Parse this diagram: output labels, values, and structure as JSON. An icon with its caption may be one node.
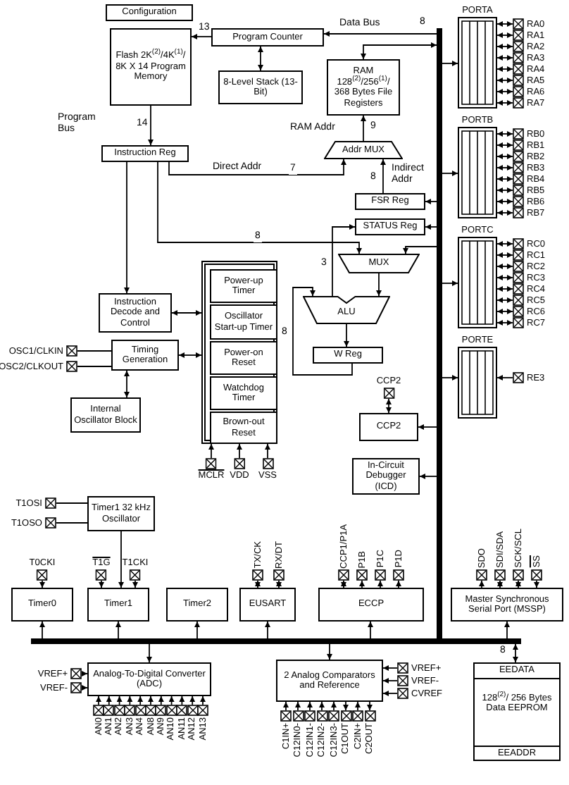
{
  "diagram": {
    "nodes": [
      {
        "text": [
          "Configuration"
        ]
      },
      {
        "text": [
          "Flash 2K$^{(2)}$/4K$^{(1)}$/ 8K X 14 Program Memory"
        ]
      },
      {
        "text": [
          "Program Counter"
        ]
      },
      {
        "text": [
          "8-Level Stack (13-Bit)"
        ]
      },
      {
        "text": [
          "RAM 128$^{(2)}$/256$^{(1)}$/ 368 Bytes File Registers"
        ]
      },
      {
        "text": [
          "Instruction Reg"
        ]
      },
      {
        "text": [
          "Addr MUX"
        ]
      },
      {
        "text": [
          "FSR Reg"
        ]
      },
      {
        "text": [
          "STATUS Reg"
        ]
      },
      {
        "text": [
          "MUX"
        ]
      },
      {
        "text": [
          "ALU"
        ]
      },
      {
        "text": [
          "W Reg"
        ]
      },
      {
        "text": [
          "Instruction Decode and Control"
        ]
      },
      {
        "text": [
          "Timing Generation"
        ]
      },
      {
        "text": [
          "Internal Oscillator Block"
        ]
      },
      {
        "text": [],
        "shape": "box"
      },
      {
        "text": [
          "Power-up Timer"
        ],
        "in": 15
      },
      {
        "text": [
          "Oscillator Start-up Timer"
        ],
        "in": 15
      },
      {
        "text": [
          "Power-on Reset"
        ],
        "in": 15
      },
      {
        "text": [
          "Watchdog Timer"
        ],
        "in": 15
      },
      {
        "text": [
          "Brown-out Reset"
        ],
        "in": 15
      },
      {
        "text": [
          "OSC1/CLKIN"
        ]
      },
      {
        "text": [
          "OSC2/CLKOUT"
        ]
      },
      {
        "text": [
          "MCLR"
        ]
      },
      {
        "text": [
          "VDD"
        ]
      },
      {
        "text": [
          "VSS"
        ]
      },
      {
        "text": [
          "PORTA"
        ]
      },
      {
        "text": [
          "RA0"
        ]
      },
      {
        "text": [
          "RA1"
        ]
      },
      {
        "text": [
          "RA2"
        ]
      },
      {
        "text": [
          "RA3"
        ]
      },
      {
        "text": [
          "RA4"
        ]
      },
      {
        "text": [
          "RA5"
        ]
      },
      {
        "text": [
          "RA6"
        ]
      },
      {
        "text": [
          "RA7"
        ]
      },
      {
        "text": [
          "PORTB"
        ]
      },
      {
        "text": [
          "RB0"
        ]
      },
      {
        "text": [
          "RB1"
        ]
      },
      {
        "text": [
          "RB2"
        ]
      },
      {
        "text": [
          "RB3"
        ]
      },
      {
        "text": [
          "RB4"
        ]
      },
      {
        "text": [
          "RB5"
        ]
      },
      {
        "text": [
          "RB6"
        ]
      },
      {
        "text": [
          "RB7"
        ]
      },
      {
        "text": [
          "PORTC"
        ]
      },
      {
        "text": [
          "RC0"
        ]
      },
      {
        "text": [
          "RC1"
        ]
      },
      {
        "text": [
          "RC2"
        ]
      },
      {
        "text": [
          "RC3"
        ]
      },
      {
        "text": [
          "RC4"
        ]
      },
      {
        "text": [
          "RC5"
        ]
      },
      {
        "text": [
          "RC6"
        ]
      },
      {
        "text": [
          "RC7"
        ]
      },
      {
        "text": [
          "PORTE"
        ]
      },
      {
        "text": [
          "RE3"
        ]
      },
      {
        "text": [
          "CCP2"
        ]
      },
      {
        "text": [
          "CCP2"
        ]
      },
      {
        "text": [
          "In-Circuit Debugger (ICD)"
        ]
      },
      {
        "text": [
          "T1OSI"
        ]
      },
      {
        "text": [
          "T1OSO"
        ]
      },
      {
        "text": [
          "Timer1 32 kHz Oscillator"
        ]
      },
      {
        "text": [
          "T0CKI"
        ]
      },
      {
        "text": [
          "T1G"
        ]
      },
      {
        "text": [
          "T1CKI"
        ]
      },
      {
        "text": [
          "Timer0"
        ]
      },
      {
        "text": [
          "Timer1"
        ]
      },
      {
        "text": [
          "Timer2"
        ]
      },
      {
        "text": [
          "TX/CK"
        ]
      },
      {
        "text": [
          "RX/DT"
        ]
      },
      {
        "text": [
          "EUSART"
        ]
      },
      {
        "text": [
          "CCP1/P1A"
        ]
      },
      {
        "text": [
          "P1B"
        ]
      },
      {
        "text": [
          "P1C"
        ]
      },
      {
        "text": [
          "P1D"
        ]
      },
      {
        "text": [
          "ECCP"
        ]
      },
      {
        "text": [
          "SDO"
        ]
      },
      {
        "text": [
          "SDI/SDA"
        ]
      },
      {
        "text": [
          "SCK/SCL"
        ]
      },
      {
        "text": [
          "SS"
        ]
      },
      {
        "text": [
          "Master Synchronous Serial Port (MSSP)"
        ]
      },
      {
        "text": [
          "VREF+"
        ]
      },
      {
        "text": [
          "VREF-"
        ]
      },
      {
        "text": [
          "Analog-To-Digital Converter (ADC)"
        ]
      },
      {
        "text": [
          "AN0"
        ]
      },
      {
        "text": [
          "AN1"
        ]
      },
      {
        "text": [
          "AN2"
        ]
      },
      {
        "text": [
          "AN3"
        ]
      },
      {
        "text": [
          "AN4"
        ]
      },
      {
        "text": [
          "AN8"
        ]
      },
      {
        "text": [
          "AN9"
        ]
      },
      {
        "text": [
          "AN10"
        ]
      },
      {
        "text": [
          "AN11"
        ]
      },
      {
        "text": [
          "AN12"
        ]
      },
      {
        "text": [
          "AN13"
        ]
      },
      {
        "text": [
          "2 Analog Comparators and Reference"
        ]
      },
      {
        "text": [
          "VREF+"
        ]
      },
      {
        "text": [
          "VREF-"
        ]
      },
      {
        "text": [
          "CVREF"
        ]
      },
      {
        "text": [
          "C1IN+"
        ]
      },
      {
        "text": [
          "C12IN0-"
        ]
      },
      {
        "text": [
          "C12IN1-"
        ]
      },
      {
        "text": [
          "C12IN2-"
        ]
      },
      {
        "text": [
          "C12IN3-"
        ]
      },
      {
        "text": [
          "C1OUT"
        ]
      },
      {
        "text": [
          "C2IN+"
        ]
      },
      {
        "text": [
          "C2OUT"
        ]
      },
      {
        "text": [
          "EEDATA",
          "128$^{(2)}$/ 256 Bytes Data EEPROM",
          "EEADDR"
        ]
      },
      {
        "text": [],
        "shape": "bar"
      },
      {
        "text": [],
        "shape": "bar"
      }
    ],
    "edges": [
      {
        "from": 2,
        "to": 1,
        "arrow": "to",
        "label": "13"
      },
      {
        "from": 2,
        "to": 3,
        "arrow": "both"
      },
      {
        "from": 107,
        "to": 2,
        "arrow": "to",
        "label": "Data Bus"
      },
      {
        "from": 107,
        "to": 4,
        "arrow": "both"
      },
      {
        "from": 1,
        "to": 5,
        "arrow": "to",
        "label": "14"
      },
      {
        "from": 5,
        "to": 6,
        "arrow": "to",
        "label": "7"
      },
      {
        "from": 6,
        "to": 4,
        "arrow": "to",
        "label": "9"
      },
      {
        "from": 7,
        "to": 6,
        "arrow": "to",
        "label": "8"
      },
      {
        "from": 107,
        "to": 7,
        "arrow": "to"
      },
      {
        "from": 107,
        "to": 8,
        "arrow": "to"
      },
      {
        "from": 5,
        "to": 12,
        "arrow": "to"
      },
      {
        "from": 5,
        "to": 9,
        "arrow": "to",
        "label": "8"
      },
      {
        "from": 107,
        "to": 9,
        "arrow": "to"
      },
      {
        "from": 10,
        "to": 8,
        "arrow": "to",
        "label": "3"
      },
      {
        "from": 9,
        "to": 10,
        "arrow": "to"
      },
      {
        "from": 10,
        "to": 11,
        "arrow": "to"
      },
      {
        "from": 11,
        "to": 10,
        "arrow": "to",
        "label": "8"
      },
      {
        "from": 12,
        "to": 15,
        "arrow": "both"
      },
      {
        "from": 13,
        "to": 15,
        "arrow": "both"
      },
      {
        "from": 13,
        "to": 14,
        "arrow": "both"
      },
      {
        "from": 21,
        "to": 13,
        "arrow": "none"
      },
      {
        "from": 22,
        "to": 13,
        "arrow": "none"
      },
      {
        "from": 23,
        "to": 15,
        "arrow": "to"
      },
      {
        "from": 24,
        "to": 15,
        "arrow": "to"
      },
      {
        "from": 25,
        "to": 15,
        "arrow": "to"
      },
      {
        "from": 107,
        "to": 26,
        "arrow": "to"
      },
      {
        "from": 26,
        "to": 27,
        "arrow": "both"
      },
      {
        "from": 26,
        "to": 28,
        "arrow": "both"
      },
      {
        "from": 26,
        "to": 29,
        "arrow": "both"
      },
      {
        "from": 26,
        "to": 30,
        "arrow": "both"
      },
      {
        "from": 26,
        "to": 31,
        "arrow": "both"
      },
      {
        "from": 26,
        "to": 32,
        "arrow": "both"
      },
      {
        "from": 26,
        "to": 33,
        "arrow": "both"
      },
      {
        "from": 26,
        "to": 34,
        "arrow": "both"
      },
      {
        "from": 107,
        "to": 35,
        "arrow": "to"
      },
      {
        "from": 35,
        "to": 36,
        "arrow": "both"
      },
      {
        "from": 35,
        "to": 37,
        "arrow": "both"
      },
      {
        "from": 35,
        "to": 38,
        "arrow": "both"
      },
      {
        "from": 35,
        "to": 39,
        "arrow": "both"
      },
      {
        "from": 35,
        "to": 40,
        "arrow": "both"
      },
      {
        "from": 35,
        "to": 41,
        "arrow": "both"
      },
      {
        "from": 35,
        "to": 42,
        "arrow": "both"
      },
      {
        "from": 35,
        "to": 43,
        "arrow": "both"
      },
      {
        "from": 107,
        "to": 44,
        "arrow": "to"
      },
      {
        "from": 44,
        "to": 45,
        "arrow": "both"
      },
      {
        "from": 44,
        "to": 46,
        "arrow": "both"
      },
      {
        "from": 44,
        "to": 47,
        "arrow": "both"
      },
      {
        "from": 44,
        "to": 48,
        "arrow": "both"
      },
      {
        "from": 44,
        "to": 49,
        "arrow": "both"
      },
      {
        "from": 44,
        "to": 50,
        "arrow": "both"
      },
      {
        "from": 44,
        "to": 51,
        "arrow": "both"
      },
      {
        "from": 44,
        "to": 52,
        "arrow": "both"
      },
      {
        "from": 107,
        "to": 53,
        "arrow": "to"
      },
      {
        "from": 54,
        "to": 53,
        "arrow": "to"
      },
      {
        "from": 55,
        "to": 56,
        "arrow": "both"
      },
      {
        "from": 107,
        "to": 56,
        "arrow": "to"
      },
      {
        "from": 107,
        "to": 57,
        "arrow": "to"
      },
      {
        "from": 58,
        "to": 60,
        "arrow": "none"
      },
      {
        "from": 59,
        "to": 60,
        "arrow": "none"
      },
      {
        "from": 60,
        "to": 65,
        "arrow": "to"
      },
      {
        "from": 61,
        "to": 64,
        "arrow": "to"
      },
      {
        "from": 62,
        "to": 65,
        "arrow": "to"
      },
      {
        "from": 63,
        "to": 65,
        "arrow": "to"
      },
      {
        "from": 67,
        "to": 69,
        "arrow": "both"
      },
      {
        "from": 68,
        "to": 69,
        "arrow": "both"
      },
      {
        "from": 70,
        "to": 74,
        "arrow": "both"
      },
      {
        "from": 74,
        "to": 71,
        "arrow": "to"
      },
      {
        "from": 74,
        "to": 72,
        "arrow": "to"
      },
      {
        "from": 74,
        "to": 73,
        "arrow": "to"
      },
      {
        "from": 79,
        "to": 75,
        "arrow": "to"
      },
      {
        "from": 76,
        "to": 79,
        "arrow": "both"
      },
      {
        "from": 77,
        "to": 79,
        "arrow": "both"
      },
      {
        "from": 78,
        "to": 79,
        "arrow": "to"
      },
      {
        "from": 108,
        "to": 64,
        "arrow": "to"
      },
      {
        "from": 108,
        "to": 65,
        "arrow": "to"
      },
      {
        "from": 108,
        "to": 66,
        "arrow": "to"
      },
      {
        "from": 108,
        "to": 69,
        "arrow": "to"
      },
      {
        "from": 108,
        "to": 74,
        "arrow": "to"
      },
      {
        "from": 108,
        "to": 79,
        "arrow": "to"
      },
      {
        "from": 108,
        "to": 82,
        "arrow": "to"
      },
      {
        "from": 108,
        "to": 94,
        "arrow": "to"
      },
      {
        "from": 80,
        "to": 82,
        "arrow": "to"
      },
      {
        "from": 81,
        "to": 82,
        "arrow": "to"
      },
      {
        "from": 83,
        "to": 82,
        "arrow": "to"
      },
      {
        "from": 84,
        "to": 82,
        "arrow": "to"
      },
      {
        "from": 85,
        "to": 82,
        "arrow": "to"
      },
      {
        "from": 86,
        "to": 82,
        "arrow": "to"
      },
      {
        "from": 87,
        "to": 82,
        "arrow": "to"
      },
      {
        "from": 88,
        "to": 82,
        "arrow": "to"
      },
      {
        "from": 89,
        "to": 82,
        "arrow": "to"
      },
      {
        "from": 90,
        "to": 82,
        "arrow": "to"
      },
      {
        "from": 91,
        "to": 82,
        "arrow": "to"
      },
      {
        "from": 92,
        "to": 82,
        "arrow": "to"
      },
      {
        "from": 93,
        "to": 82,
        "arrow": "to"
      },
      {
        "from": 95,
        "to": 94,
        "arrow": "to"
      },
      {
        "from": 96,
        "to": 94,
        "arrow": "to"
      },
      {
        "from": 97,
        "to": 94,
        "arrow": "to"
      },
      {
        "from": 98,
        "to": 94,
        "arrow": "to"
      },
      {
        "from": 99,
        "to": 94,
        "arrow": "to"
      },
      {
        "from": 100,
        "to": 94,
        "arrow": "to"
      },
      {
        "from": 101,
        "to": 94,
        "arrow": "to"
      },
      {
        "from": 102,
        "to": 94,
        "arrow": "to"
      },
      {
        "from": 94,
        "to": 103,
        "arrow": "to"
      },
      {
        "from": 104,
        "to": 94,
        "arrow": "to"
      },
      {
        "from": 94,
        "to": 105,
        "arrow": "to"
      },
      {
        "from": 108,
        "to": 106,
        "arrow": "both",
        "label": "8"
      }
    ],
    "labels": [
      "8",
      "Program Bus",
      "RAM Addr",
      "Indirect Addr",
      "Direct Addr"
    ]
  }
}
